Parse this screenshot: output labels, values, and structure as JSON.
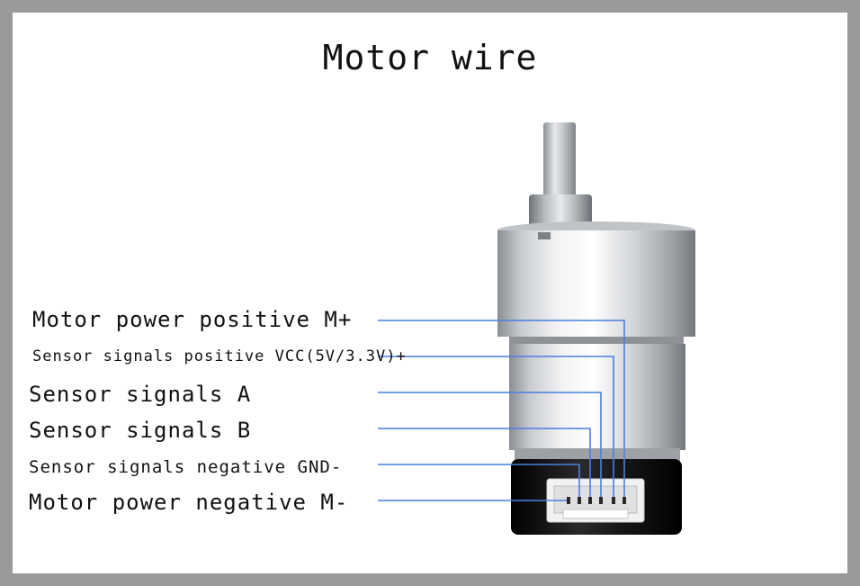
{
  "title": "Motor wire",
  "colors": {
    "wire": "#4a7fe0",
    "frame": "#9a9a9a",
    "background": "#ffffff"
  },
  "labels": [
    "Motor power positive M+",
    "Sensor signals positive VCC(5V/3.3V)+",
    "Sensor signals A",
    "Sensor signals B",
    "Sensor signals negative GND-",
    "Motor power negative M-"
  ]
}
